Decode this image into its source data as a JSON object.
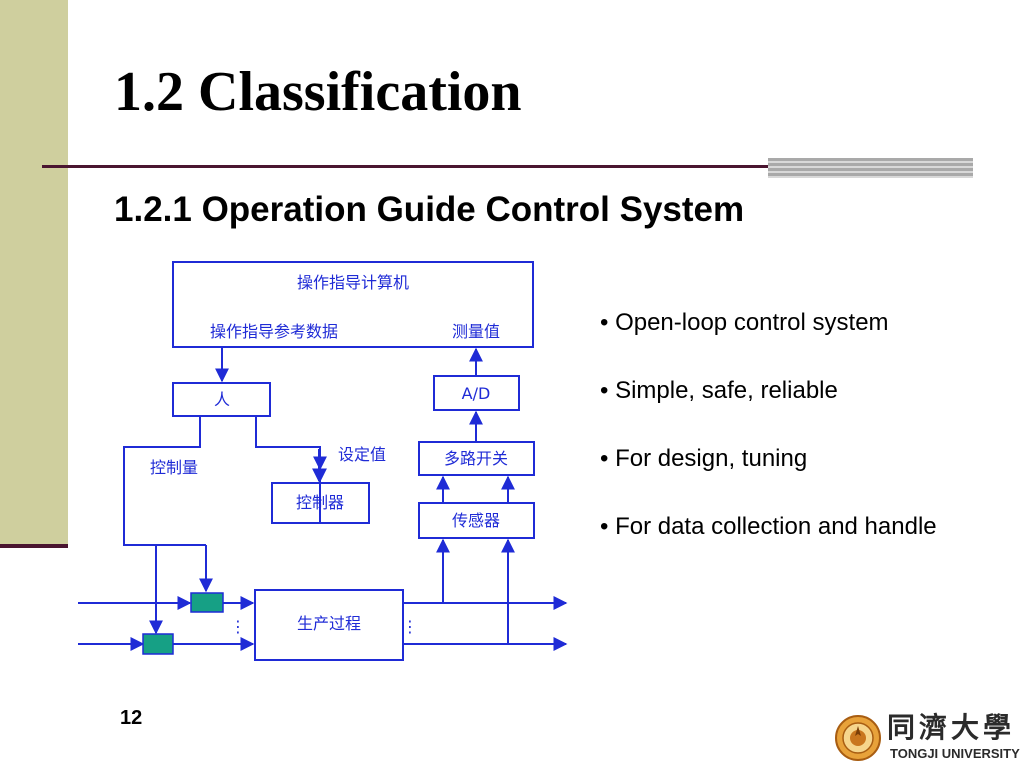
{
  "slide": {
    "title": "1.2 Classification",
    "subtitle": "1.2.1 Operation Guide Control System",
    "page_number": "12"
  },
  "diagram": {
    "computer": "操作指导计算机",
    "guide_reference_data": "操作指导参考数据",
    "measured_value": "测量值",
    "ad": "A/D",
    "person": "人",
    "control_quantity": "控制量",
    "setpoint": "设定值",
    "multiplexer": "多路开关",
    "controller": "控制器",
    "sensor": "传感器",
    "process": "生产过程",
    "ellipsis": "⋮",
    "colors": {
      "line": "#1f2bd6",
      "actuator": "#16a085"
    }
  },
  "bullets": [
    "• Open-loop control system",
    "• Simple, safe, reliable",
    "• For design, tuning",
    "• For data collection and handle"
  ],
  "logo": {
    "chinese_name": [
      "同",
      "濟",
      "大",
      "學"
    ],
    "english_name": "TONGJI UNIVERSITY",
    "emblem": "university-seal-icon"
  },
  "theme": {
    "band_color": "#cfcf9e",
    "rule_color": "#4a1530",
    "grey_bar": "#a9a9a9"
  }
}
